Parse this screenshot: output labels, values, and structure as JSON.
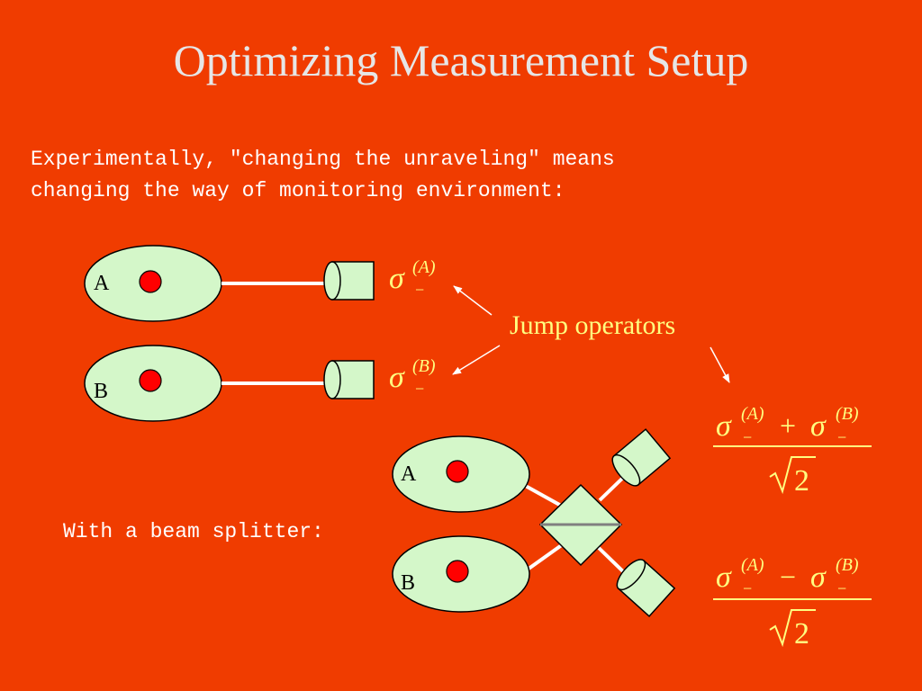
{
  "title": "Optimizing Measurement Setup",
  "intro": {
    "line1": "Experimentally, \"changing the unraveling\" means",
    "line2": "changing the way of monitoring environment:"
  },
  "atoms": {
    "top_a": "A",
    "top_b": "B",
    "bs_a": "A",
    "bs_b": "B"
  },
  "jump_operators_label": "Jump operators",
  "beam_splitter_label": "With a beam splitter:",
  "operators": {
    "sigma": "σ",
    "minus_sub": "−",
    "sup_a": "(A)",
    "sup_b": "(B)",
    "plus": "+",
    "minus": "−",
    "sqrt_n": "2"
  },
  "colors": {
    "background": "#F03C00",
    "shape_fill": "#D4F7C9",
    "atom_dot": "#FF0000",
    "math_text": "#FFFF80",
    "title_text": "#E6E6E6"
  }
}
